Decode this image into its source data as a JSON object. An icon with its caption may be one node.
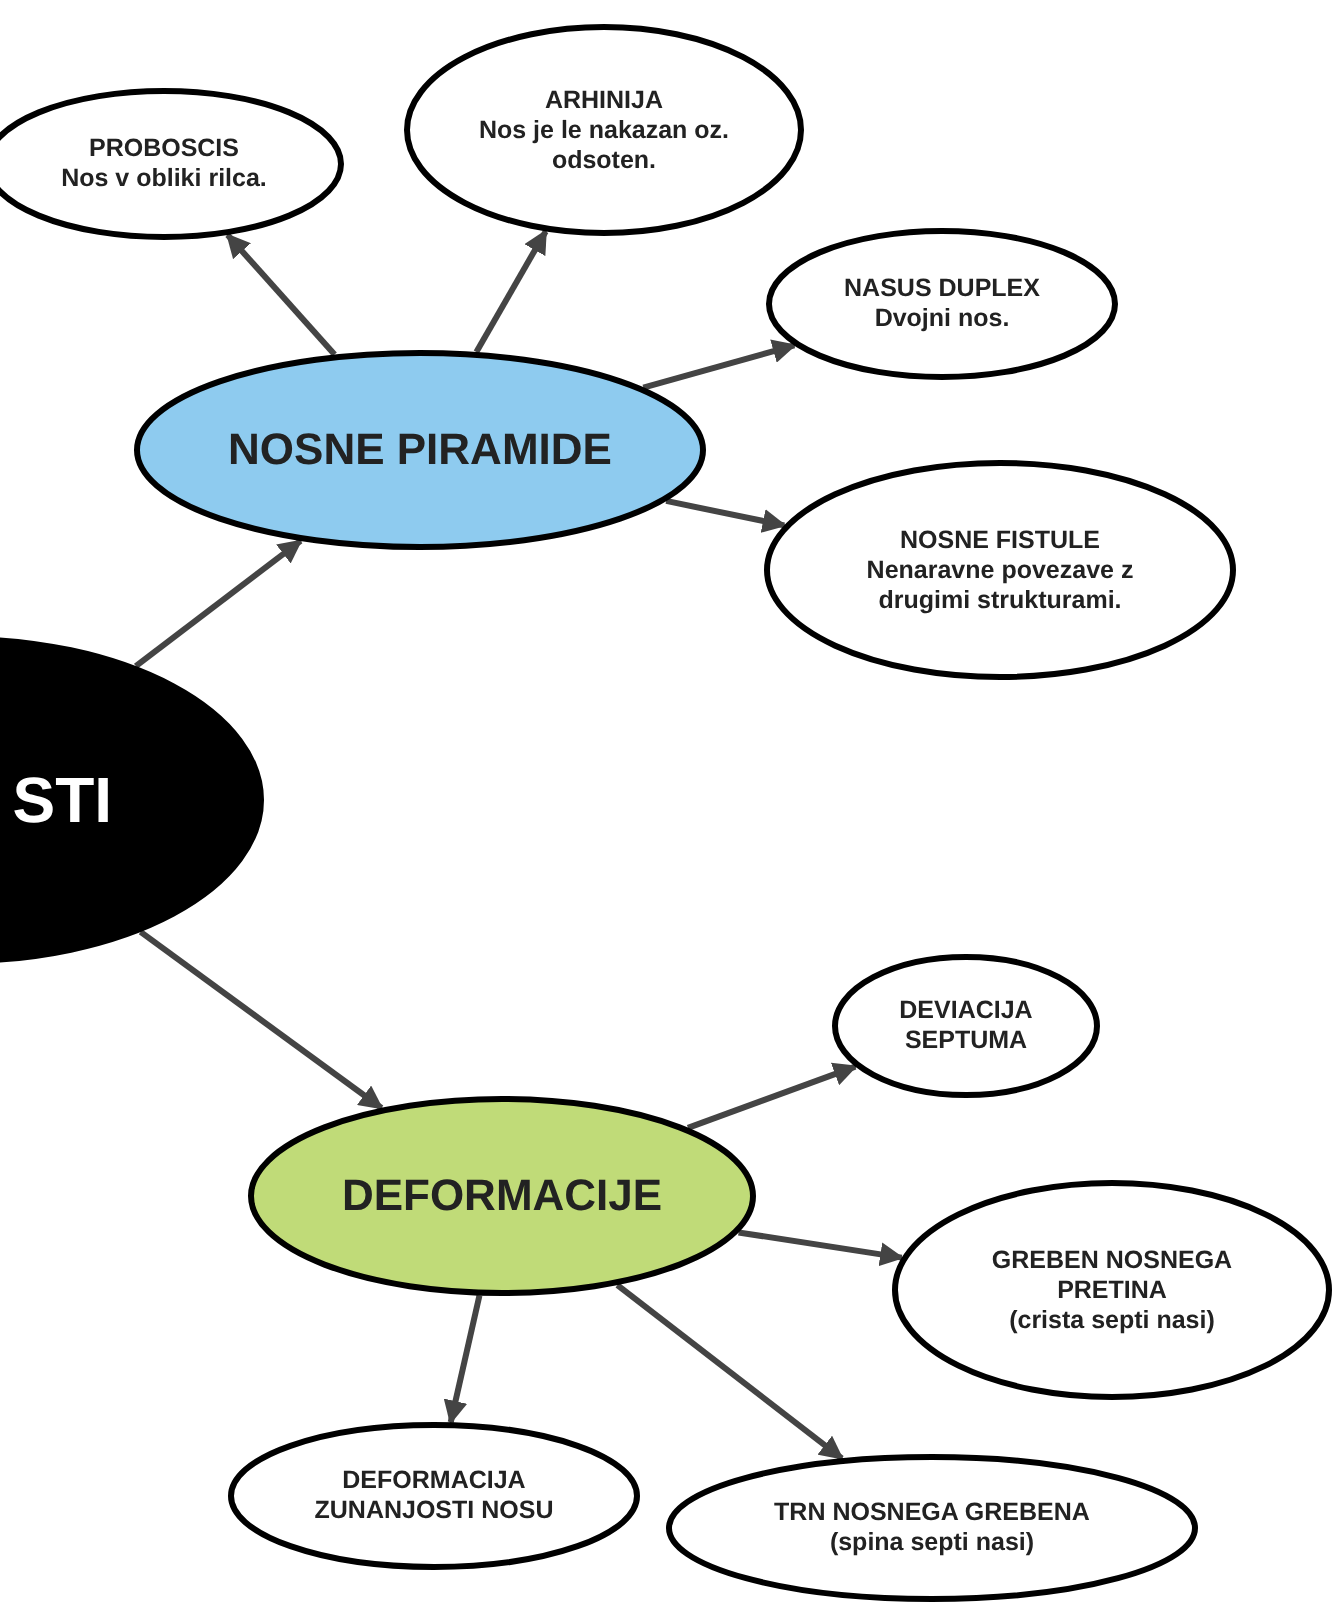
{
  "diagram": {
    "nodes": [
      {
        "text": [
          "STI"
        ]
      },
      {
        "text": [
          "NOSNE PIRAMIDE"
        ]
      },
      {
        "text": [
          "PROBOSCIS",
          "Nos v obliki rilca."
        ]
      },
      {
        "text": [
          "ARHINIJA",
          "Nos je le nakazan oz. odsoten."
        ]
      },
      {
        "text": [
          "NASUS DUPLEX",
          "Dvojni nos."
        ]
      },
      {
        "text": [
          "NOSNE FISTULE",
          "Nenaravne povezave z drugimi strukturami."
        ]
      },
      {
        "text": [
          "DEFORMACIJE"
        ]
      },
      {
        "text": [
          "DEVIACIJA SEPTUMA"
        ]
      },
      {
        "text": [
          "GREBEN NOSNEGA PRETINA",
          "(crista septi nasi)"
        ]
      },
      {
        "text": [
          "DEFORMACIJA ZUNANJOSTI NOSU"
        ]
      },
      {
        "text": [
          "TRN NOSNEGA GREBENA",
          "(spina septi nasi)"
        ]
      }
    ],
    "edges": [
      {
        "from": 0,
        "to": 1,
        "arrow": "to"
      },
      {
        "from": 0,
        "to": 6,
        "arrow": "to"
      },
      {
        "from": 1,
        "to": 2,
        "arrow": "to"
      },
      {
        "from": 1,
        "to": 3,
        "arrow": "to"
      },
      {
        "from": 1,
        "to": 4,
        "arrow": "to"
      },
      {
        "from": 1,
        "to": 5,
        "arrow": "to"
      },
      {
        "from": 6,
        "to": 7,
        "arrow": "to"
      },
      {
        "from": 6,
        "to": 8,
        "arrow": "to"
      },
      {
        "from": 6,
        "to": 9,
        "arrow": "to"
      },
      {
        "from": 6,
        "to": 10,
        "arrow": "to"
      }
    ]
  }
}
